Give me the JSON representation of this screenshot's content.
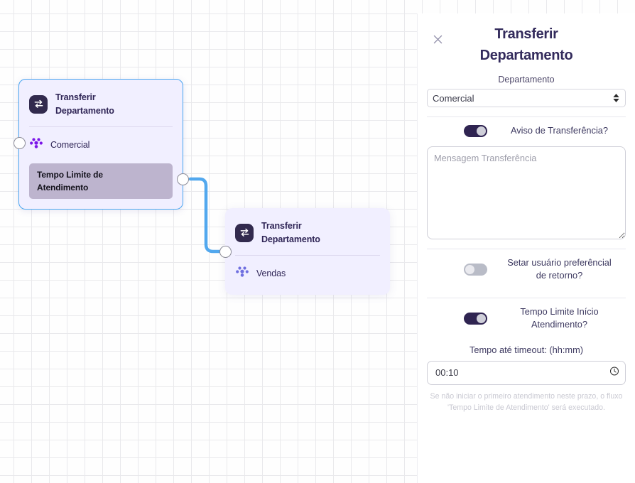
{
  "canvas": {
    "nodes": [
      {
        "id": "node-comercial",
        "title": "Transferir Departamento",
        "title_line1": "Transferir",
        "title_line2": "Departamento",
        "department": "Comercial",
        "chip_line1": "Tempo Limite de",
        "chip_line2": "Atendimento",
        "icon": "transfer-icon",
        "department_icon": "group-dots-icon",
        "selected": true
      },
      {
        "id": "node-vendas",
        "title": "Transferir Departamento",
        "title_line1": "Transferir",
        "title_line2": "Departamento",
        "department": "Vendas",
        "icon": "transfer-icon",
        "department_icon": "group-dots-icon",
        "selected": false
      }
    ],
    "edge_color": "#52a8ee",
    "grid_color": "#e9e9ec"
  },
  "panel": {
    "close_icon": "close-icon",
    "title_line1": "Transferir",
    "title_line2": "Departamento",
    "department_label": "Departamento",
    "department_value": "Comercial",
    "department_options": [
      "Comercial"
    ],
    "aviso_toggle_label": "Aviso de Transferência?",
    "aviso_toggle_state": "on",
    "message_placeholder": "Mensagem Transferência",
    "message_value": "",
    "setar_toggle_label_line1": "Setar usuário preferêncial",
    "setar_toggle_label_line2": "de retorno?",
    "setar_toggle_state": "off",
    "tempo_toggle_label_line1": "Tempo Limite Início",
    "tempo_toggle_label_line2": "Atendimento?",
    "tempo_toggle_state": "on",
    "timeout_label": "Tempo até timeout: (hh:mm)",
    "timeout_value": "00:10",
    "timeout_icon": "clock-icon",
    "hint_line1": "Se não iniciar o primeiro atendimento neste prazo, o fluxo",
    "hint_line2": "'Tempo Limite de Atendimento' será executado."
  },
  "colors": {
    "accent_dark": "#2f2451",
    "node_bg": "#f1efff",
    "selected_border": "#48a5f0",
    "edge": "#52a8ee",
    "chip_bg": "#bdb4ce",
    "dots_primary": "#7b15e8",
    "dots_secondary": "#6f6fe0"
  }
}
